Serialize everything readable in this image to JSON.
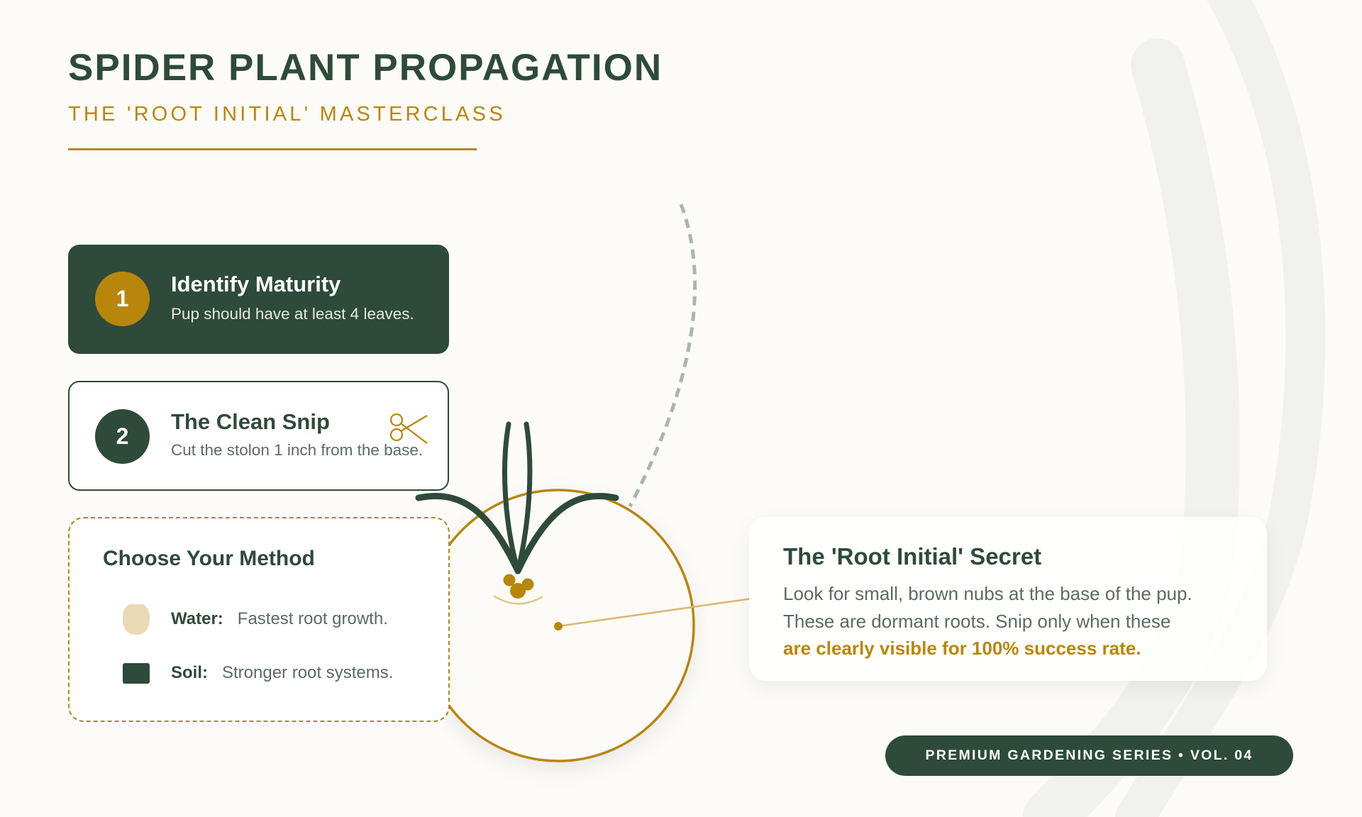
{
  "header": {
    "title": "SPIDER PLANT PROPAGATION",
    "subtitle": "THE 'ROOT INITIAL' MASTERCLASS"
  },
  "steps": [
    {
      "number": "1",
      "title": "Identify Maturity",
      "description": "Pup should have at least 4 leaves.",
      "style": "filled"
    },
    {
      "number": "2",
      "title": "The Clean Snip",
      "description": "Cut the stolon 1 inch from the base.",
      "style": "outlined",
      "icon": "scissors-icon"
    }
  ],
  "method": {
    "title": "Choose Your Method",
    "options": [
      {
        "icon": "water-drop-icon",
        "label": "Water:",
        "value": "Fastest root growth."
      },
      {
        "icon": "soil-block-icon",
        "label": "Soil:",
        "value": "Stronger root systems."
      }
    ]
  },
  "diagram": {
    "subject": "spider-plant-pup",
    "highlight": "root-nubs"
  },
  "secret": {
    "title": "The 'Root Initial' Secret",
    "lines": [
      "Look for small, brown nubs at the base of the pup.",
      "These are dormant roots. Snip only when these"
    ],
    "highlight": "are clearly visible for 100% success rate."
  },
  "footer": {
    "label": "PREMIUM GARDENING SERIES • VOL. 04"
  },
  "colors": {
    "background": "#fcfbf8",
    "primary_green": "#2e4a3b",
    "accent_gold": "#b8860b",
    "muted_text": "#5a6b62",
    "water_tan": "#e9dab5",
    "dashed_arc": "#a9b5ae",
    "decor_stroke": "#f1f2ee"
  }
}
